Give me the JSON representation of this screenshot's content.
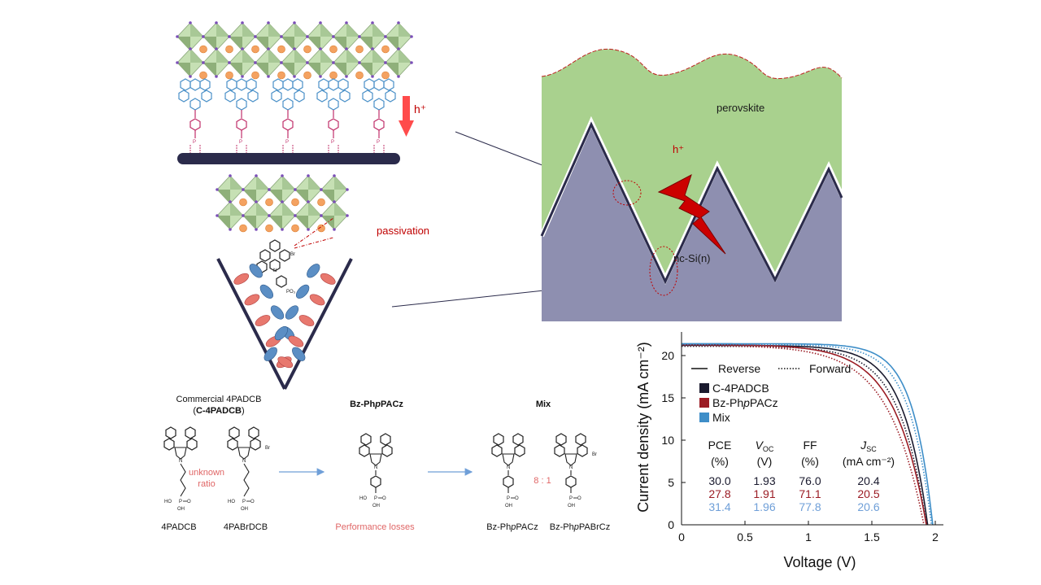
{
  "colors": {
    "perovskite": "#a9d18e",
    "silicon": "#8e8fb0",
    "substrate_bar": "#2b2b4b",
    "octahedron_light": "#c6e0b4",
    "octahedron_dark": "#8fb07a",
    "cation": "#f4a261",
    "carbazole_blue": "#4a90c8",
    "phosphonate_pink": "#c0306a",
    "accent_red": "#c00000",
    "arrow_red": "#ff4b4b",
    "c4padcb": "#1a1a2e",
    "bzphppacz": "#9b1c24",
    "mix": "#3e8ec8",
    "flow_arrow": "#6f9fd8",
    "loss_text": "#e06666"
  },
  "labels": {
    "hole": "h⁺",
    "passivation": "passivation",
    "perovskite": "perovskite",
    "hole_interface": "h⁺",
    "silicon": "nc-Si(n)"
  },
  "molecules": {
    "commercial_title_1": "Commercial 4PADCB",
    "commercial_title_2_pre": "(",
    "commercial_title_2_bold": "C-4PADCB",
    "commercial_title_2_post": ")",
    "unknown_ratio_1": "unknown",
    "unknown_ratio_2": "ratio",
    "name_4padcb": "4PADCB",
    "name_4pabrdcb": "4PABrDCB",
    "bz_title_pre": "Bz-Ph",
    "bz_title_italic": "p",
    "bz_title_post": "PACz",
    "performance_losses": "Performance losses",
    "mix_title": "Mix",
    "ratio": "8 : 1",
    "mix_name_1_pre": "Bz-Ph",
    "mix_name_1_italic": "p",
    "mix_name_1_post": "PACz",
    "mix_name_2_pre": "Bz-Ph",
    "mix_name_2_italic": "p",
    "mix_name_2_post": "PABrCz",
    "atom_br": "Br",
    "atom_n": "N",
    "atom_p": "P",
    "atom_o": "O",
    "atom_oh": "OH",
    "atom_ho": "HO",
    "atom_po3": "PO₃"
  },
  "chart_data": {
    "type": "line",
    "xlabel": "Voltage (V)",
    "ylabel": "Current density (mA cm⁻²)",
    "xlim": [
      0,
      2.0
    ],
    "ylim": [
      0,
      22.5
    ],
    "xticks": [
      "0",
      "0.5",
      "1",
      "1.5",
      "2"
    ],
    "yticks": [
      "0",
      "5",
      "10",
      "15",
      "20"
    ],
    "sweep_legend": {
      "reverse": "Reverse",
      "forward": "Forward"
    },
    "series": [
      {
        "name": "C-4PADCB",
        "color": "#1a1a2e",
        "jsc": 21.2,
        "voc_reverse": 1.94,
        "voc_forward": 1.93,
        "knee": 0.1
      },
      {
        "name": "Bz-PhpPACz",
        "color": "#9b1c24",
        "jsc": 21.3,
        "voc_reverse": 1.93,
        "voc_forward": 1.91,
        "knee": 0.13
      },
      {
        "name": "Mix",
        "color": "#3e8ec8",
        "jsc": 21.4,
        "voc_reverse": 1.98,
        "voc_forward": 1.97,
        "knee": 0.08
      }
    ],
    "legend_names": [
      {
        "pre": "C-4PADCB",
        "italic": "",
        "post": ""
      },
      {
        "pre": "Bz-Ph",
        "italic": "p",
        "post": "PACz"
      },
      {
        "pre": "Mix",
        "italic": "",
        "post": ""
      }
    ],
    "table": {
      "headers": [
        {
          "l1": "PCE",
          "l2": "(%)"
        },
        {
          "l1": "V",
          "sub": "OC",
          "l2": "(V)"
        },
        {
          "l1": "FF",
          "l2": "(%)"
        },
        {
          "l1": "J",
          "sub": "SC",
          "l2": "(mA cm⁻²)"
        }
      ],
      "rows": [
        {
          "color": "#1a1a2e",
          "values": [
            "30.0",
            "1.93",
            "76.0",
            "20.4"
          ]
        },
        {
          "color": "#9b1c24",
          "values": [
            "27.8",
            "1.91",
            "71.1",
            "20.5"
          ]
        },
        {
          "color": "#6f9fd8",
          "values": [
            "31.4",
            "1.96",
            "77.8",
            "20.6"
          ]
        }
      ]
    }
  }
}
